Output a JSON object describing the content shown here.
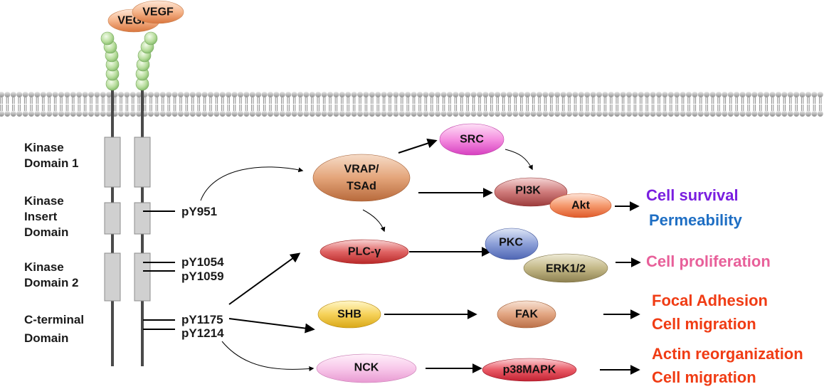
{
  "ligands": [
    {
      "label": "VEGF"
    },
    {
      "label": "VEGF"
    }
  ],
  "domains": [
    {
      "lines": [
        "Kinase",
        "Domain 1"
      ]
    },
    {
      "lines": [
        "Kinase",
        "Insert",
        "Domain"
      ]
    },
    {
      "lines": [
        "Kinase",
        "Domain 2"
      ]
    },
    {
      "lines": [
        "C-terminal",
        "Domain"
      ]
    }
  ],
  "phosphosites": [
    "pY951",
    "pY1054",
    "pY1059",
    "pY1175",
    "pY1214"
  ],
  "nodes": {
    "vrap": [
      "VRAP/",
      "TSAd"
    ],
    "src": "SRC",
    "pi3k": "PI3K",
    "akt": "Akt",
    "plcg": "PLC-γ",
    "pkc": "PKC",
    "erk": "ERK1/2",
    "shb": "SHB",
    "fak": "FAK",
    "nck": "NCK",
    "p38": "p38MAPK"
  },
  "outcomes": {
    "survival": "Cell survival",
    "permeability": "Permeability",
    "proliferation": "Cell proliferation",
    "focal_adhesion": "Focal Adhesion",
    "migration_1": "Cell migration",
    "actin": "Actin reorganization",
    "migration_2": "Cell migration"
  },
  "colors": {
    "survival": "#7a1fe0",
    "permeability": "#1f6fc4",
    "proliferation": "#e8609a",
    "red_outcome": "#f03c14"
  }
}
